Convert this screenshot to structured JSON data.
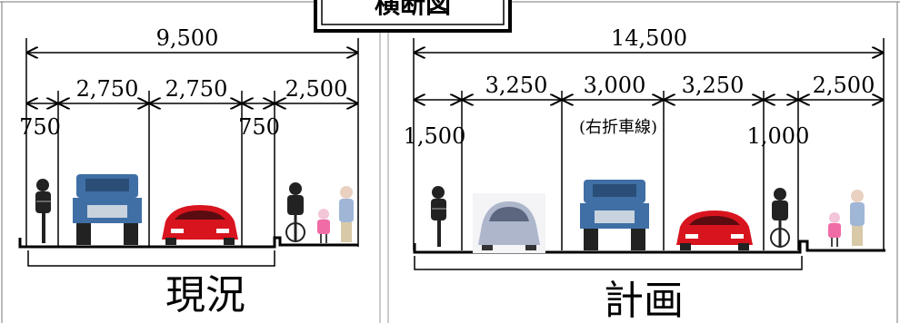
{
  "title": "横断図",
  "current": {
    "caption": "現況",
    "total": "9,500",
    "lane1": "2,750",
    "lane2": "2,750",
    "sidewalk": "2,500",
    "shoulder_left": "750",
    "shoulder_right": "750"
  },
  "plan": {
    "caption": "計画",
    "total": "14,500",
    "lane1": "3,250",
    "lane_center": "3,000",
    "lane3": "3,250",
    "sidewalk": "2,500",
    "shoulder_left": "1,500",
    "shoulder_right": "1,000",
    "center_note": "(右折車線)"
  },
  "colors": {
    "truck": "#3f6fa5",
    "car_red": "#d8141e",
    "car_silver": "#aeb6cc",
    "person": "#222222"
  }
}
